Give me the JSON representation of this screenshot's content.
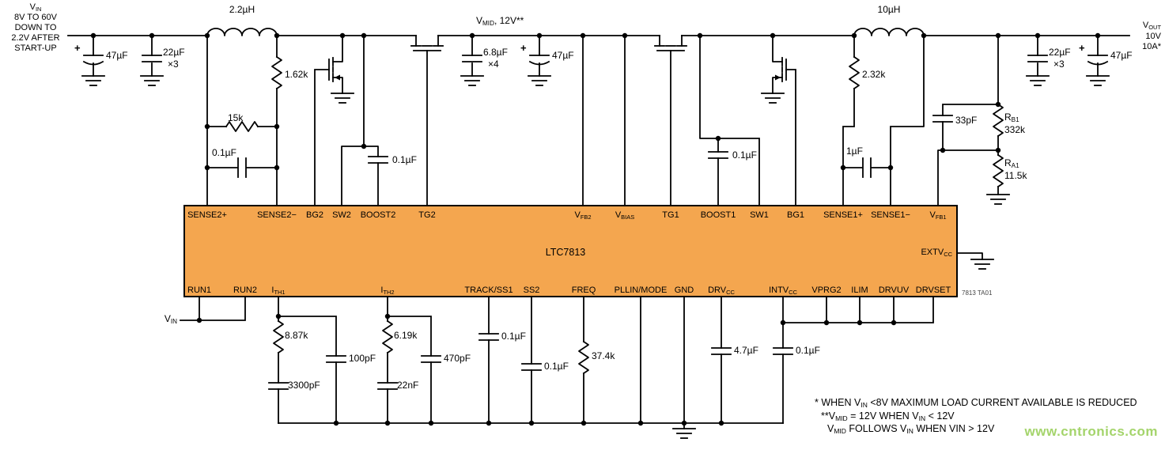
{
  "header": {
    "vin": {
      "b": "V",
      "s": "IN"
    },
    "vin_lines": [
      "8V TO 60V",
      "DOWN TO",
      "2.2V AFTER",
      "START-UP"
    ],
    "vout": {
      "b": "V",
      "s": "OUT"
    },
    "vout_lines": [
      "10V",
      "10A*"
    ],
    "vmid": {
      "b1": "V",
      "s1": "MID",
      "b2": ", 12V**"
    }
  },
  "ic": {
    "name": "LTC7813",
    "tag": "7813 TA01",
    "pins_top": [
      {
        "t": "SENSE2+"
      },
      {
        "t": "SENSE2−"
      },
      {
        "t": "BG2"
      },
      {
        "t": "SW2"
      },
      {
        "t": "BOOST2"
      },
      {
        "t": "TG2"
      },
      {
        "b": "V",
        "s": "FB2"
      },
      {
        "b": "V",
        "s": "BIAS"
      },
      {
        "t": "TG1"
      },
      {
        "t": "BOOST1"
      },
      {
        "t": "SW1"
      },
      {
        "t": "BG1"
      },
      {
        "t": "SENSE1+"
      },
      {
        "t": "SENSE1−"
      },
      {
        "b": "V",
        "s": "FB1"
      }
    ],
    "pins_bottom": [
      {
        "t": "RUN1"
      },
      {
        "t": "RUN2"
      },
      {
        "b": "I",
        "s": "TH1"
      },
      {
        "b": "I",
        "s": "TH2"
      },
      {
        "t": "TRACK/SS1"
      },
      {
        "t": "SS2"
      },
      {
        "t": "FREQ"
      },
      {
        "t": "PLLIN/MODE"
      },
      {
        "t": "GND"
      },
      {
        "b": "DRV",
        "s": "CC"
      },
      {
        "b": "INTV",
        "s": "CC"
      },
      {
        "t": "VPRG2"
      },
      {
        "t": "ILIM"
      },
      {
        "t": "DRVUV"
      },
      {
        "t": "DRVSET"
      }
    ],
    "pin_right": {
      "b": "EXTV",
      "s": "CC"
    }
  },
  "components": {
    "plus": "+",
    "cin_bulk": "47µF",
    "cin_cer": "22µF",
    "cin_cer_mult": "×3",
    "l2": "2.2µH",
    "r_sense2_top": "1.62k",
    "r_sense2": "15k",
    "c_sense2": "0.1µF",
    "c_boost2": "0.1µF",
    "c_mid_cer": "6.8µF",
    "c_mid_cer_mult": "×4",
    "c_mid_bulk": "47µF",
    "c_boost1": "0.1µF",
    "l1": "10µH",
    "r_sense1_top": "2.32k",
    "c_sense1": "1µF",
    "c_ff": "33pF",
    "rb1": {
      "b": "R",
      "s": "B1"
    },
    "rb1_val": "332k",
    "ra1": {
      "b": "R",
      "s": "A1"
    },
    "ra1_val": "11.5k",
    "cout_cer": "22µF",
    "cout_cer_mult": "×3",
    "cout_bulk": "47µF",
    "run_vin": {
      "b": "V",
      "s": "IN"
    },
    "r_ith1": "8.87k",
    "c_ith1": "3300pF",
    "c_ith1_hf": "100pF",
    "r_ith2": "6.19k",
    "c_ith2": "22nF",
    "c_ith2_hf": "470pF",
    "c_ss1": "0.1µF",
    "c_ss2": "0.1µF",
    "r_freq": "37.4k",
    "c_drvcc": "4.7µF",
    "c_intvcc": "0.1µF"
  },
  "notes": {
    "n1": {
      "b1": "* WHEN V",
      "s1": "IN",
      "b2": " <8V MAXIMUM LOAD CURRENT AVAILABLE IS REDUCED"
    },
    "n2": {
      "b1": "**V",
      "s1": "MID",
      "b2": " = 12V WHEN V",
      "s2": "IN",
      "b3": " < 12V"
    },
    "n3": {
      "b1": "V",
      "s1": "MID",
      "b2": " FOLLOWS V",
      "s3": "IN",
      "b3": " WHEN VIN > 12V"
    }
  },
  "watermark": "www.cntronics.com",
  "colors": {
    "ic_fill": "#f4a64f",
    "wire": "#000000",
    "watermark": "#a4d46b"
  }
}
